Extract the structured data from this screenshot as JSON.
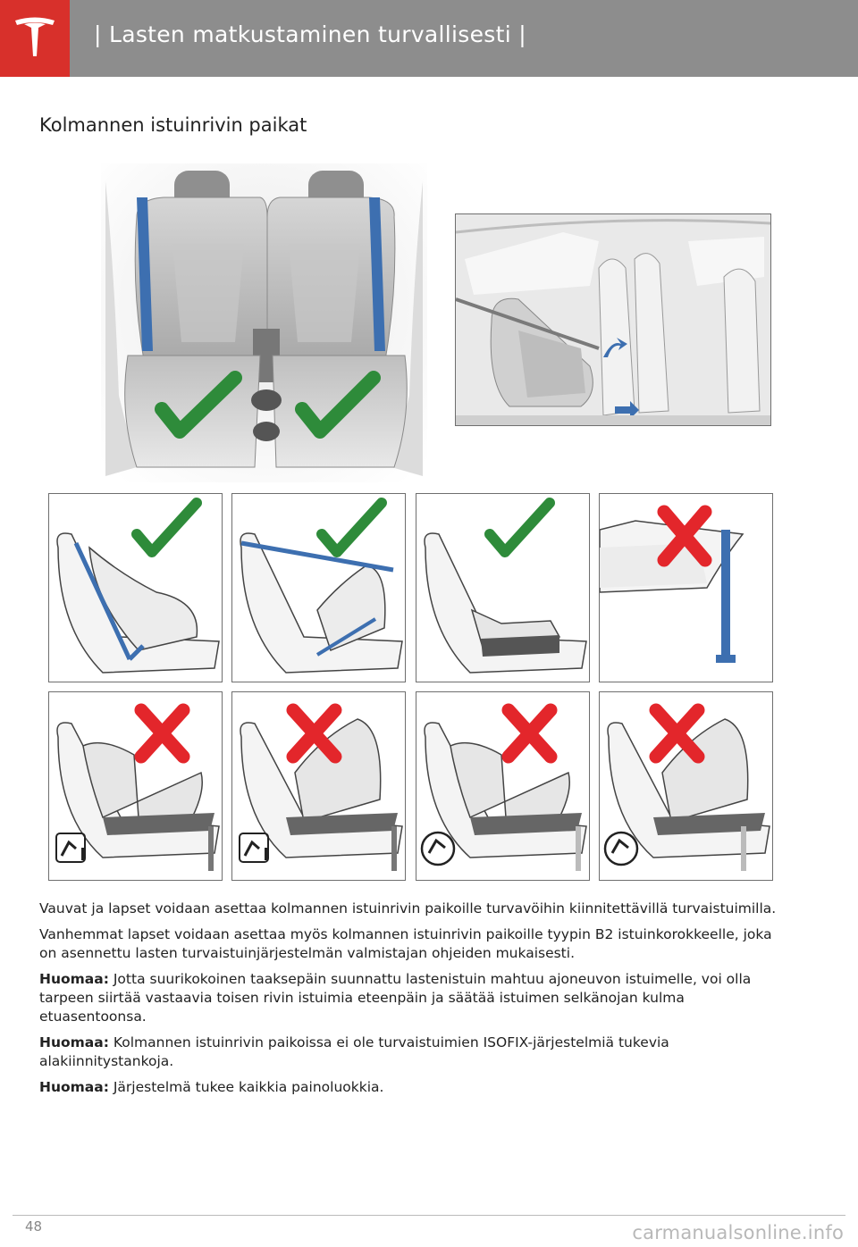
{
  "header": {
    "title": "| Lasten matkustaminen turvallisesti |",
    "brand_color": "#d8302b",
    "bar_color": "#8d8d8d",
    "logo_icon": "tesla-logo-icon"
  },
  "section": {
    "title": "Kolmannen istuinrivin paikat"
  },
  "figures": {
    "rear_seats": {
      "icon": "check-mark-icon",
      "belt_color": "#3d6fb0"
    },
    "side_view": {
      "icon": "arrow-icon"
    },
    "panels": [
      {
        "status": "allowed",
        "icon": "check-mark-icon",
        "seat": "rear-facing-belted"
      },
      {
        "status": "allowed",
        "icon": "check-mark-icon",
        "seat": "forward-facing-belted"
      },
      {
        "status": "allowed",
        "icon": "check-mark-icon",
        "seat": "booster"
      },
      {
        "status": "not-allowed",
        "icon": "cross-mark-icon",
        "seat": "support-leg"
      },
      {
        "status": "not-allowed",
        "icon": "cross-mark-icon",
        "seat": "isofix-i-size"
      },
      {
        "status": "not-allowed",
        "icon": "cross-mark-icon",
        "seat": "isofix-i-size"
      },
      {
        "status": "not-allowed",
        "icon": "cross-mark-icon",
        "seat": "rear-facing-isofix"
      },
      {
        "status": "not-allowed",
        "icon": "cross-mark-icon",
        "seat": "rear-facing-isofix"
      }
    ],
    "check_color": "#2e8b3a",
    "cross_color": "#e3262b"
  },
  "body": {
    "paragraph1": "Vauvat ja lapset voidaan asettaa kolmannen istuinrivin paikoille turvavöihin kiinnitettävillä turvaistuimilla.",
    "paragraph2": "Vanhemmat lapset voidaan asettaa myös kolmannen istuinrivin paikoille tyypin B2 istuinkorokkeelle, joka on asennettu lasten turvaistuinjärjestelmän valmistajan ohjeiden mukaisesti.",
    "notes": [
      {
        "label": "Huomaa:",
        "text": " Jotta suurikokoinen taaksepäin suunnattu lastenistuin mahtuu ajoneuvon istuimelle, voi olla tarpeen siirtää vastaavia toisen rivin istuimia eteenpäin ja säätää istuimen selkänojan kulma etuasentoonsa."
      },
      {
        "label": "Huomaa:",
        "text": " Kolmannen istuinrivin paikoissa ei ole turvaistuimien ISOFIX-järjestelmiä tukevia alakiinnitystankoja."
      },
      {
        "label": "Huomaa:",
        "text": " Järjestelmä tukee kaikkia painoluokkia."
      }
    ]
  },
  "footer": {
    "page_number": "48",
    "watermark": "carmanualsonline.info"
  }
}
